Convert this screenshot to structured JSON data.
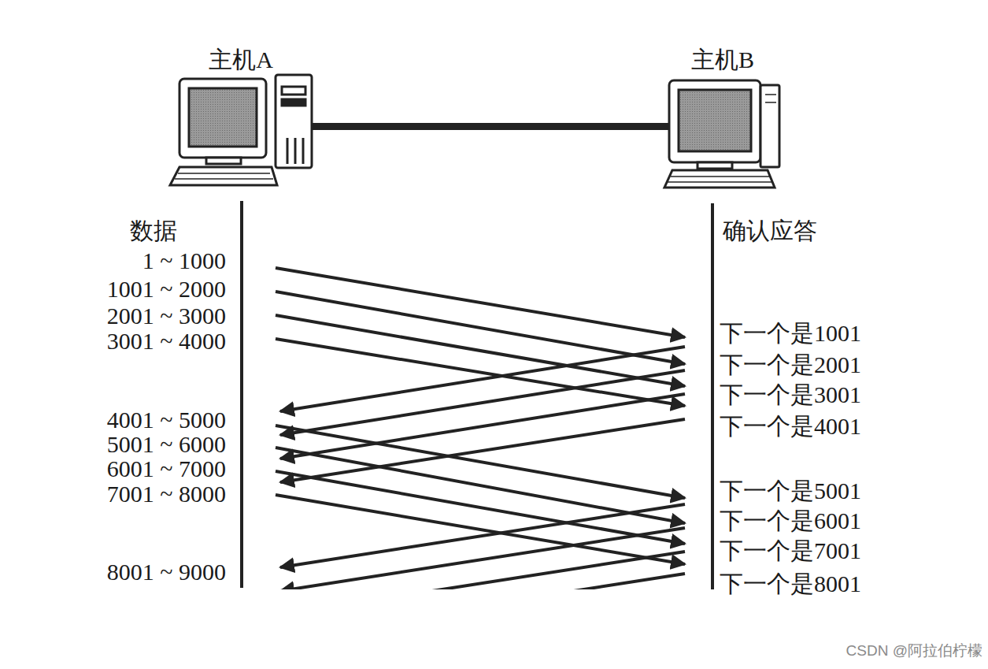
{
  "diagram": {
    "labels": [
      "主机A",
      "主机B",
      "数据",
      "确认应答",
      "1 ~ 1000",
      "1001 ~ 2000",
      "2001 ~ 3000",
      "3001 ~ 4000",
      "4001 ~ 5000",
      "5001 ~ 6000",
      "6001 ~ 7000",
      "7001 ~ 8000",
      "8001 ~ 9000",
      "下一个是1001",
      "下一个是2001",
      "下一个是3001",
      "下一个是4001",
      "下一个是5001",
      "下一个是6001",
      "下一个是7001",
      "下一个是8001",
      "CSDN @阿拉伯柠檬"
    ]
  }
}
